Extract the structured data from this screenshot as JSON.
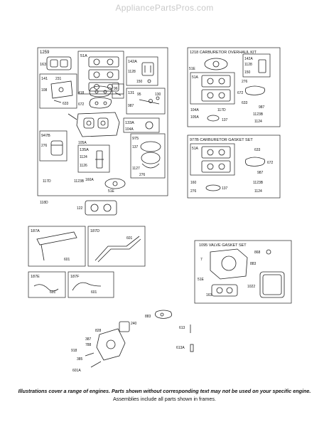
{
  "watermark": "AppliancePartsPros.com",
  "footer": {
    "line1": "Illustrations cover a range of engines. Parts shown without corresponding text may not be used on your specific engine.",
    "line2": "Assemblies include all parts shown in frames."
  },
  "frames": {
    "main": "1259",
    "carb_kit": "1218 CARBURETOR OVERHAUL KIT",
    "carb_gasket": "977B CARBURETOR GASKET SET",
    "valve_gasket": "1095 VALVE GASKET SET",
    "f187a": "187A",
    "f187d": "187D",
    "f187e": "187E",
    "f187f": "187F"
  },
  "sub": {
    "s51a": "51A",
    "s142a": "142A",
    "s141": "141",
    "s96": "96",
    "s131": "131",
    "s133a": "133A",
    "s975": "975",
    "s947b": "947B",
    "s135a": "135A",
    "k142a": "142A",
    "k51a": "51A",
    "g51a": "51A"
  },
  "labels": {
    "p163": "163",
    "p108": "108",
    "p231": "231",
    "p633": "633",
    "p418": "418",
    "p672": "672",
    "p1128": "1128",
    "p150": "150",
    "p95": "95",
    "p130": "130",
    "p987": "987",
    "p104a": "104A",
    "p137": "137",
    "p276a": "276",
    "p1124": "1124",
    "p1126": "1126",
    "p105a": "105A",
    "p160a": "160A",
    "p1127": "1127",
    "p276b": "276",
    "p117d": "117D",
    "p1123b": "1123B",
    "p51e": "51E",
    "p118d": "118D",
    "p122": "122",
    "k51e": "51E",
    "k1128": "1128",
    "k150": "150",
    "k276": "276",
    "k672": "672",
    "k633": "633",
    "k987": "987",
    "k104a": "104A",
    "k117d": "117D",
    "k105a": "105A",
    "k137": "137",
    "k1123b": "1123B",
    "k1124": "1124",
    "g633": "633",
    "g672": "672",
    "g987": "987",
    "g160": "160",
    "g137": "137",
    "g1123b": "1123B",
    "g276": "276",
    "g1124": "1124",
    "a601": "601",
    "d601": "601",
    "e601": "601",
    "f601": "601",
    "v868": "868",
    "v7": "7",
    "v883": "883",
    "v51e": "51E",
    "v163": "163",
    "v1022": "1022",
    "b883": "883",
    "b613": "613",
    "b613a": "613A",
    "b240": "240",
    "b828": "828",
    "b387": "387",
    "b788": "788",
    "b918": "918",
    "b385": "385",
    "b601a": "601A"
  }
}
